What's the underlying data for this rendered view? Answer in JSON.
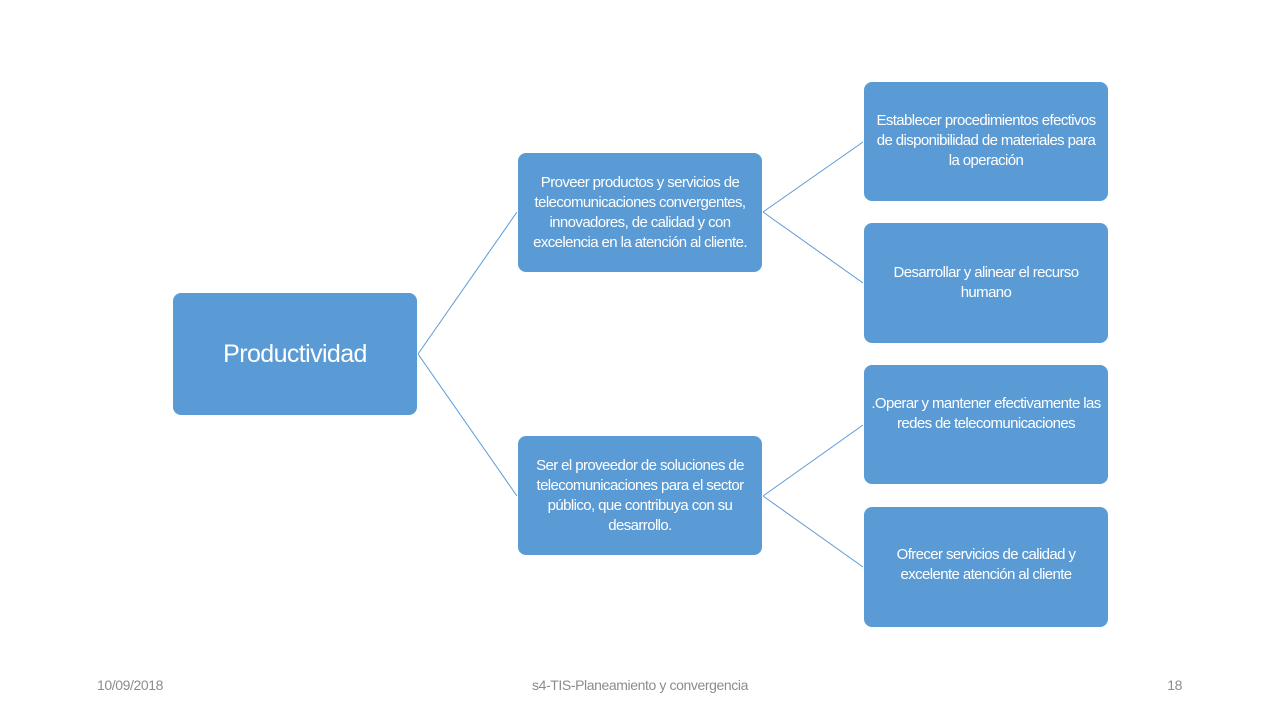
{
  "diagram": {
    "root": {
      "label": "Productividad"
    },
    "branches": [
      {
        "label": "Proveer productos y servicios de telecomunicaciones convergentes, innovadores, de calidad y con excelencia en la atención al cliente.",
        "children": [
          {
            "label": "Establecer procedimientos efectivos de disponibilidad de materiales para la operación"
          },
          {
            "label": "Desarrollar y alinear el recurso humano"
          }
        ]
      },
      {
        "label": "Ser el proveedor de soluciones de telecomunicaciones para el sector público, que contribuya con su desarrollo.",
        "children": [
          {
            "label": ".Operar y mantener efectivamente las redes de telecomunicaciones"
          },
          {
            "label": "Ofrecer servicios de calidad y excelente atención al cliente"
          }
        ]
      }
    ],
    "colors": {
      "box_fill": "#5b9bd5",
      "connector": "#5b9bd5",
      "text": "#ffffff"
    }
  },
  "footer": {
    "date": "10/09/2018",
    "title": "s4-TIS-Planeamiento y convergencia",
    "page_number": "18"
  }
}
